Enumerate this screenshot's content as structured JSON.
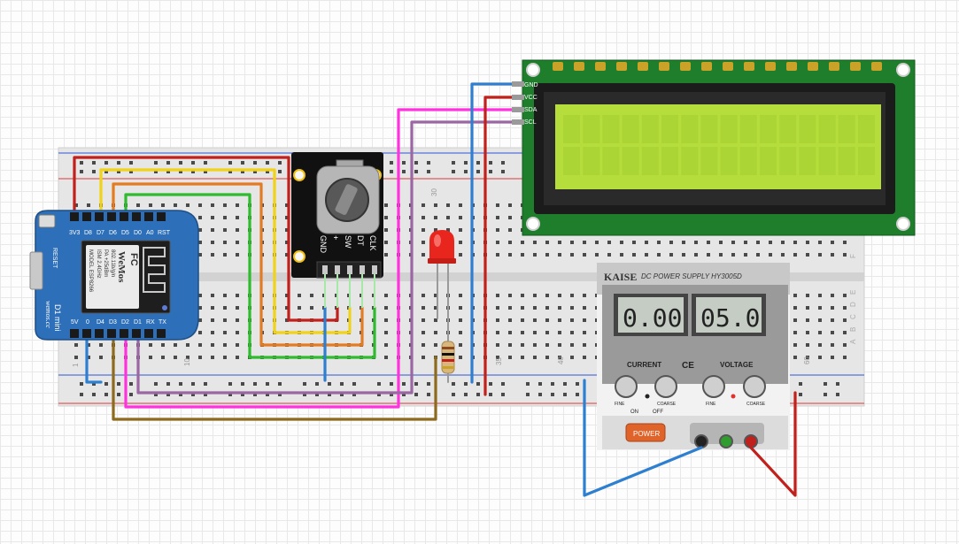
{
  "breadboard": {
    "column_numbers": [
      "1",
      "10",
      "30",
      "35",
      "40",
      "60"
    ],
    "row_letters": [
      "A",
      "B",
      "C",
      "D",
      "E",
      "F"
    ]
  },
  "wemos": {
    "top_pins": [
      "3V3",
      "D8",
      "D7",
      "D6",
      "D5",
      "D0",
      "A0",
      "RST"
    ],
    "bottom_pins": [
      "5V",
      "0",
      "D4",
      "D3",
      "D2",
      "D1",
      "RX",
      "TX"
    ],
    "reset_label": "RESET",
    "module_line1": "MODEL ESP8266",
    "module_line2": "ISM 2.4GHz",
    "module_line3": "PA +25dBm",
    "module_line4": "802.11b/g/n",
    "fcc": "FC",
    "brand": "WeMos",
    "board_name": "D1 mini",
    "board_url": "wemos.cc"
  },
  "encoder": {
    "pins": [
      "CLK",
      "DT",
      "SW",
      "+",
      "GND"
    ]
  },
  "lcd": {
    "pins": [
      "GND",
      "VCC",
      "SDA",
      "SCL"
    ]
  },
  "psu": {
    "brand": "KAISE",
    "title": "DC POWER SUPPLY HY3005D",
    "current_display": "0.00",
    "voltage_display": "05.0",
    "current_label": "CURRENT",
    "voltage_label": "VOLTAGE",
    "ce": "CE",
    "fine_label": "FINE",
    "coarse_label": "COARSE",
    "on_label": "ON",
    "off_label": "OFF",
    "power_label": "POWER"
  },
  "colors": {
    "red_wire": "#c0211c",
    "yellow_wire": "#f1d21a",
    "orange_wire": "#e27b24",
    "green_wire": "#2fba2f",
    "blue_wire": "#2f7fd1",
    "magenta_wire": "#ff33dd",
    "purple_wire": "#9b67a3",
    "brown_wire": "#8c6a1e",
    "board_blue": "#2d6fb8",
    "lcd_pcb": "#1f7e2c",
    "lcd_screen": "#b5dd3b",
    "led_red": "#e8261e"
  }
}
